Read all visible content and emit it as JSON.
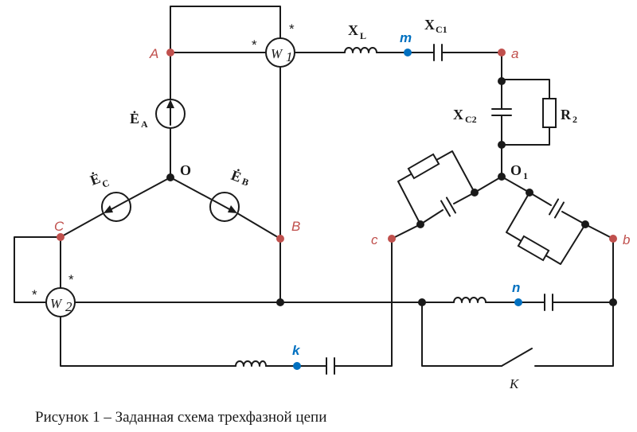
{
  "caption": "Рисунок 1 – Заданная схема трехфазной цепи",
  "nodes": {
    "A": "A",
    "B": "B",
    "C": "C",
    "O": "O",
    "a": "a",
    "b": "b",
    "c": "c",
    "O1": "O",
    "O1_sub": "1",
    "m": "m",
    "n": "n",
    "k": "k"
  },
  "elements": {
    "XL": "X",
    "XL_sub": "L",
    "XC1": "X",
    "XC1_sub": "C1",
    "XC2": "X",
    "XC2_sub": "C2",
    "R2": "R",
    "R2_sub": "2",
    "EA": "Ė",
    "EA_sub": "A",
    "EB": "Ė",
    "EB_sub": "B",
    "EC": "Ė",
    "EC_sub": "C",
    "W1": "W",
    "W1_sub": "1",
    "W2": "W",
    "W2_sub": "2",
    "K": "K",
    "star": "*"
  },
  "colors": {
    "wire": "#1a1a1a",
    "phase_node": "#c0504d",
    "point_node": "#0070c0"
  }
}
